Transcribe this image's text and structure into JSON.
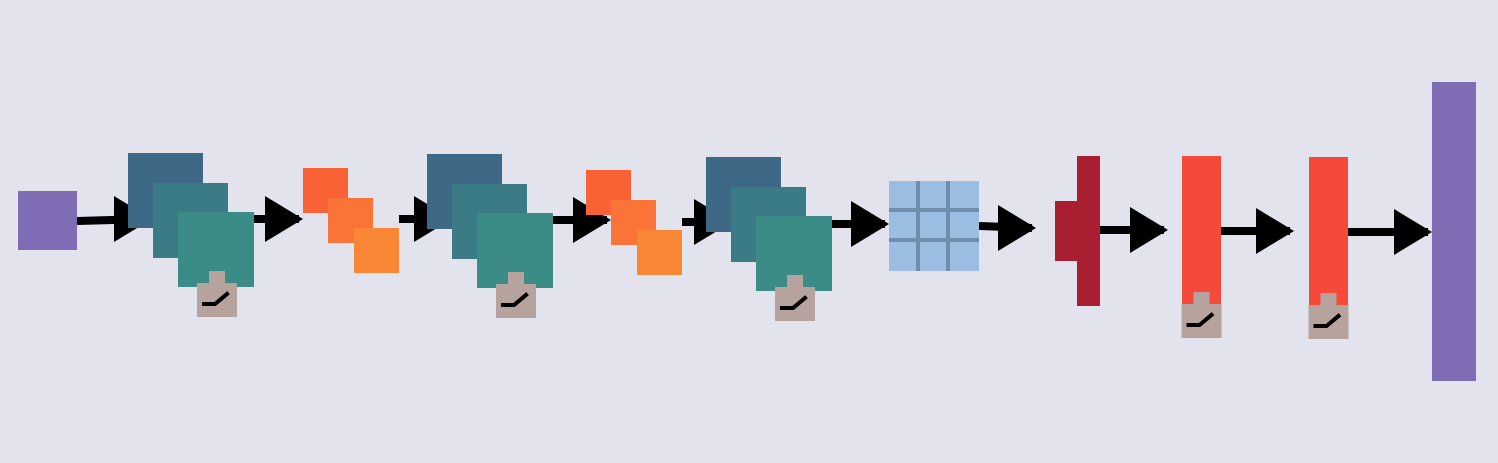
{
  "colors": {
    "background": "#e3e3ee",
    "input_block": "#806bb5",
    "output_block": "#806bb5",
    "conv_back": "#3d6987",
    "conv_mid": "#3a7b86",
    "conv_front": "#3b8b87",
    "pool_1": "#f86235",
    "pool_2": "#f97436",
    "pool_3": "#fa8736",
    "flatten_fill": "#9bbde2",
    "flatten_grid": "#6f8eae",
    "dropout": "#a91f31",
    "dense": "#f54939",
    "activation_badge": "#b6a39e",
    "arrow": "#000000"
  },
  "nodes": [
    {
      "id": "input",
      "kind": "input-block"
    },
    {
      "id": "conv-1",
      "kind": "conv-stack",
      "activation": "relu-icon"
    },
    {
      "id": "pool-1",
      "kind": "pool-stack"
    },
    {
      "id": "conv-2",
      "kind": "conv-stack",
      "activation": "relu-icon"
    },
    {
      "id": "pool-2",
      "kind": "pool-stack"
    },
    {
      "id": "conv-3",
      "kind": "conv-stack",
      "activation": "relu-icon"
    },
    {
      "id": "flatten",
      "kind": "flatten-grid"
    },
    {
      "id": "dropout",
      "kind": "dropout-block"
    },
    {
      "id": "dense-1",
      "kind": "dense-block",
      "activation": "relu-icon"
    },
    {
      "id": "dense-2",
      "kind": "dense-block",
      "activation": "relu-icon"
    },
    {
      "id": "output",
      "kind": "output-block"
    }
  ],
  "edges": [
    {
      "from": "input",
      "to": "conv-1"
    },
    {
      "from": "conv-1",
      "to": "pool-1"
    },
    {
      "from": "pool-1",
      "to": "conv-2"
    },
    {
      "from": "conv-2",
      "to": "pool-2"
    },
    {
      "from": "pool-2",
      "to": "conv-3"
    },
    {
      "from": "conv-3",
      "to": "flatten"
    },
    {
      "from": "flatten",
      "to": "dropout"
    },
    {
      "from": "dropout",
      "to": "dense-1"
    },
    {
      "from": "dense-1",
      "to": "dense-2"
    },
    {
      "from": "dense-2",
      "to": "output"
    }
  ]
}
